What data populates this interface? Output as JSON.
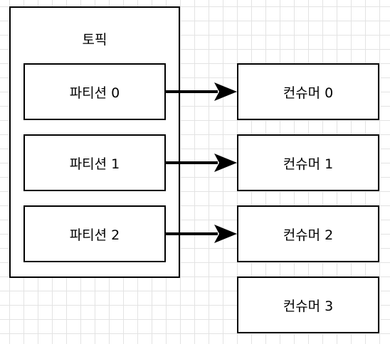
{
  "topic": {
    "label": "토픽"
  },
  "partitions": [
    {
      "label": "파티션 0"
    },
    {
      "label": "파티션 1"
    },
    {
      "label": "파티션 2"
    }
  ],
  "consumers": [
    {
      "label": "컨슈머 0"
    },
    {
      "label": "컨슈머 1"
    },
    {
      "label": "컨슈머 2"
    },
    {
      "label": "컨슈머 3"
    }
  ],
  "connections": [
    {
      "from": "파티션 0",
      "to": "컨슈머 0"
    },
    {
      "from": "파티션 1",
      "to": "컨슈머 1"
    },
    {
      "from": "파티션 2",
      "to": "컨슈머 2"
    }
  ],
  "colors": {
    "stroke": "#000000",
    "fill": "#ffffff",
    "grid": "#e3e3e3"
  }
}
